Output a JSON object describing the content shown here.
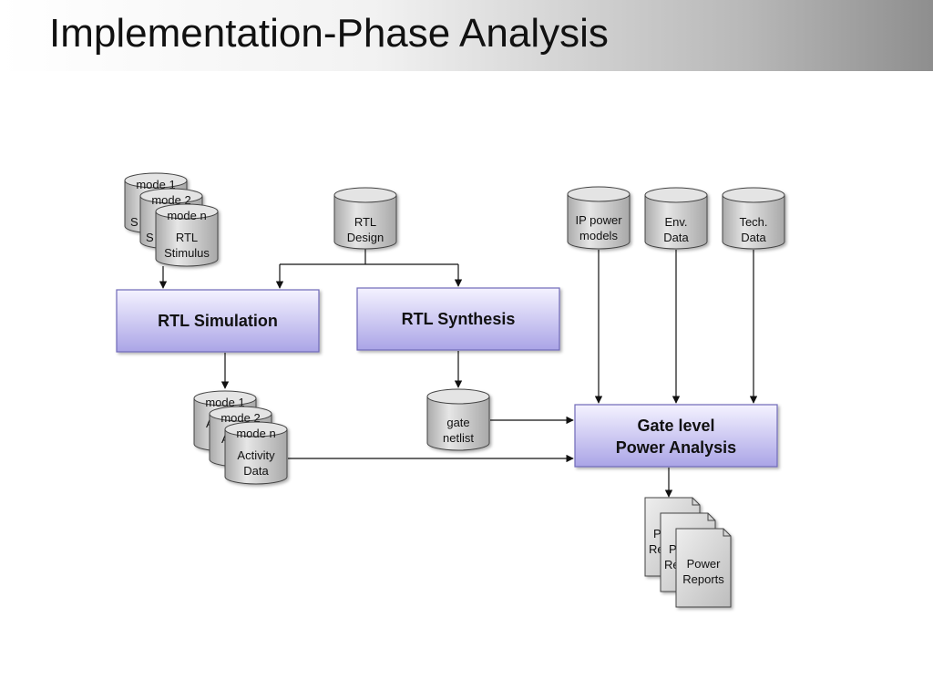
{
  "slide": {
    "title": "Implementation-Phase Analysis"
  },
  "diagram": {
    "rtl_stimulus": {
      "back1_mode": "mode 1",
      "back1_peek": "S",
      "back2_mode": "mode 2",
      "back2_peek": "S",
      "front_mode": "mode n",
      "line1": "RTL",
      "line2": "Stimulus"
    },
    "rtl_design": {
      "line1": "RTL",
      "line2": "Design"
    },
    "ip_power_models": {
      "line1": "IP power",
      "line2": "models"
    },
    "env_data": {
      "line1": "Env.",
      "line2": "Data"
    },
    "tech_data": {
      "line1": "Tech.",
      "line2": "Data"
    },
    "rtl_simulation": {
      "label": "RTL Simulation"
    },
    "rtl_synthesis": {
      "label": "RTL Synthesis"
    },
    "activity_data": {
      "back1_mode": "mode 1",
      "back1_peek": "A",
      "back2_mode": "mode 2",
      "back2_peek": "A",
      "front_mode": "mode n",
      "line1": "Activity",
      "line2": "Data"
    },
    "gate_netlist": {
      "line1": "gate",
      "line2": "netlist"
    },
    "gate_level_power_analysis": {
      "line1": "Gate level",
      "line2": "Power Analysis"
    },
    "power_reports": {
      "back1_line1": "P",
      "back1_line2": "Re",
      "back2_line1": "P",
      "back2_line2": "Re",
      "line1": "Power",
      "line2": "Reports"
    },
    "colors": {
      "box_fill_top": "#f4f2ff",
      "box_fill_bottom": "#aaa4e6",
      "db_fill": "#c8c8c8"
    }
  }
}
